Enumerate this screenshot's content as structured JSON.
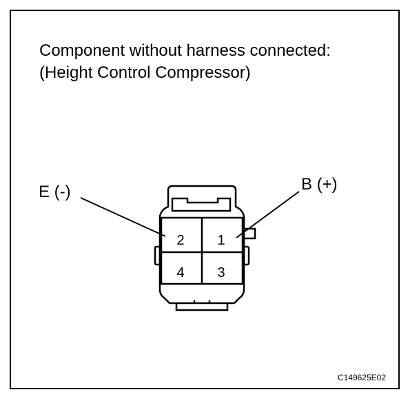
{
  "heading": {
    "line1": "Component without harness connected:",
    "line2": "(Height Control Compressor)"
  },
  "labels": {
    "left_terminal": "E (-)",
    "right_terminal": "B (+)"
  },
  "connector": {
    "pins": {
      "top_left": "2",
      "top_right": "1",
      "bottom_left": "4",
      "bottom_right": "3"
    }
  },
  "figure_code": "C149625E02"
}
